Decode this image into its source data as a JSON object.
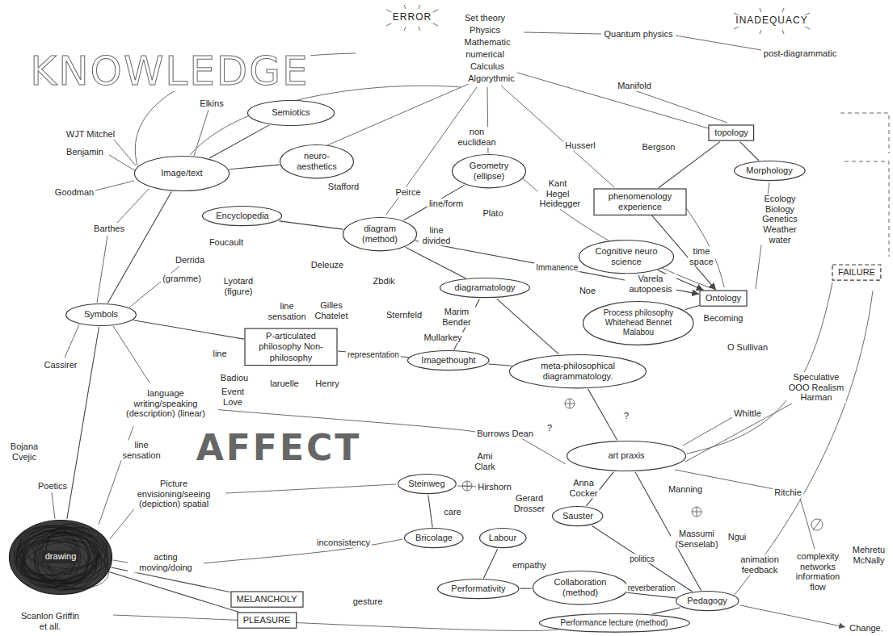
{
  "diagram": {
    "nodes": [
      {
        "text": [
          "Semiotics"
        ]
      },
      {
        "text": [
          "neuro-aesthetics"
        ]
      },
      {
        "text": [
          "Image/text"
        ]
      },
      {
        "text": [
          "Encyclopedia"
        ]
      },
      {
        "text": [
          "diagram (method)"
        ]
      },
      {
        "text": [
          "Geometry (ellipse)"
        ]
      },
      {
        "text": [
          "topology"
        ]
      },
      {
        "text": [
          "Morphology"
        ]
      },
      {
        "text": [
          "phenomenology experience"
        ]
      },
      {
        "text": [
          "Cognitive neuro science"
        ]
      },
      {
        "text": [
          "Ontology"
        ]
      },
      {
        "text": [
          "FAILURE"
        ]
      },
      {
        "text": [
          "Symbols"
        ]
      },
      {
        "text": [
          "P-articulated philosophy Non-philosophy"
        ]
      },
      {
        "text": [
          "diagramatology"
        ]
      },
      {
        "text": [
          "Process philosophy Whitehead Bennet Malabou"
        ]
      },
      {
        "text": [
          "Imagethought"
        ]
      },
      {
        "text": [
          "meta-philosophical diagrammatology."
        ]
      },
      {
        "text": [
          "art praxis"
        ]
      },
      {
        "text": [
          "Steinweg"
        ]
      },
      {
        "text": [
          "drawing"
        ]
      },
      {
        "text": [
          "Bricolage"
        ]
      },
      {
        "text": [
          "Labour"
        ]
      },
      {
        "text": [
          "Sauster"
        ]
      },
      {
        "text": [
          "Performativity"
        ]
      },
      {
        "text": [
          "Collaboration (method)"
        ]
      },
      {
        "text": [
          "Pedagogy"
        ]
      },
      {
        "text": [
          "Performance lecture (method)"
        ]
      },
      {
        "text": [
          "MELANCHOLY"
        ]
      },
      {
        "text": [
          "PLEASURE"
        ]
      }
    ],
    "edges": [
      {
        "from": 2,
        "to": 0,
        "arrow": "none"
      },
      {
        "from": 2,
        "to": 1,
        "arrow": "none"
      },
      {
        "from": 2,
        "to": 12,
        "arrow": "none"
      },
      {
        "from": 4,
        "to": 3,
        "arrow": "none"
      },
      {
        "from": 4,
        "to": 5,
        "arrow": "none"
      },
      {
        "from": 4,
        "to": 14,
        "arrow": "none"
      },
      {
        "from": 4,
        "to": 10,
        "arrow": "to",
        "label": "Immanence"
      },
      {
        "from": 8,
        "to": 6,
        "arrow": "none"
      },
      {
        "from": 6,
        "to": 7,
        "arrow": "none"
      },
      {
        "from": 8,
        "to": 10,
        "arrow": "to"
      },
      {
        "from": 9,
        "to": 10,
        "arrow": "to"
      },
      {
        "from": 15,
        "to": 10,
        "arrow": "none"
      },
      {
        "from": 14,
        "to": 16,
        "arrow": "none"
      },
      {
        "from": 14,
        "to": 17,
        "arrow": "none"
      },
      {
        "from": 16,
        "to": 17,
        "arrow": "none"
      },
      {
        "from": 17,
        "to": 18,
        "arrow": "none"
      },
      {
        "from": 18,
        "to": 23,
        "arrow": "none"
      },
      {
        "from": 18,
        "to": 26,
        "arrow": "none"
      },
      {
        "from": 12,
        "to": 13,
        "arrow": "none"
      },
      {
        "from": 13,
        "to": 16,
        "arrow": "none",
        "label": "representation"
      },
      {
        "from": 12,
        "to": 20,
        "arrow": "none"
      },
      {
        "from": 19,
        "to": 21,
        "arrow": "none"
      },
      {
        "from": 22,
        "to": 24,
        "arrow": "none"
      },
      {
        "from": 24,
        "to": 25,
        "arrow": "none"
      },
      {
        "from": 25,
        "to": 26,
        "arrow": "none",
        "label": "reverberation"
      },
      {
        "from": 27,
        "to": 26,
        "arrow": "none"
      },
      {
        "from": 23,
        "to": 26,
        "arrow": "none",
        "label": "politics"
      },
      {
        "from": 20,
        "to": 28,
        "arrow": "none"
      },
      {
        "from": 20,
        "to": 29,
        "arrow": "none"
      }
    ],
    "labels": [
      "KNOWLEDGE",
      "ERROR",
      "INADEQUACY",
      "post-diagrammatic",
      "Set theory",
      "Physics",
      "Mathematic",
      "numerical",
      "Calculus",
      "Algorythmic",
      "Quantum physics",
      "Manifold",
      "Elkins",
      "WJT Mitchel",
      "Benjamin",
      "Goodman",
      "Barthes",
      "Stafford",
      "Peirce",
      "non euclidean",
      "Husserl",
      "Bergson",
      "Kant Hegel Heidegger",
      "Plato",
      "line/form",
      "line divided",
      "Ecology Biology Genetics Weather water",
      "time space",
      "Foucault",
      "Derrida",
      "(gramme)",
      "Lyotard (figure)",
      "Deleuze",
      "Zbdik",
      "Sternfeld",
      "Marim Bender",
      "Gilles Chatelet",
      "line sensation",
      "line",
      "Cassirer",
      "Badiou",
      "Event Love",
      "laruelle",
      "Henry",
      "Mullarkey",
      "Becoming",
      "Noe",
      "Varela autopoesis",
      "O Sullivan",
      "AFFECT",
      "language writing/speaking (description) (linear)",
      "line sensation",
      "Picture envisioning/seeing (depiction) spatial",
      "Bojana Cvejic",
      "Poetics",
      "acting moving/doing",
      "gesture",
      "inconsistency",
      "Scanlon Griffin et all.",
      "Burrows Dean",
      "?",
      "?",
      "Ami Clark",
      "Hirshorn",
      "Anna Cocker",
      "Gerard Drosser",
      "care",
      "empathy",
      "Manning",
      "Massumi (Senselab)",
      "Ngui",
      "Whittle",
      "Speculative OOO Realism Harman",
      "Ritchie",
      "animation feedback",
      "complexity networks information flow",
      "Mehretu McNally",
      "Change."
    ]
  }
}
